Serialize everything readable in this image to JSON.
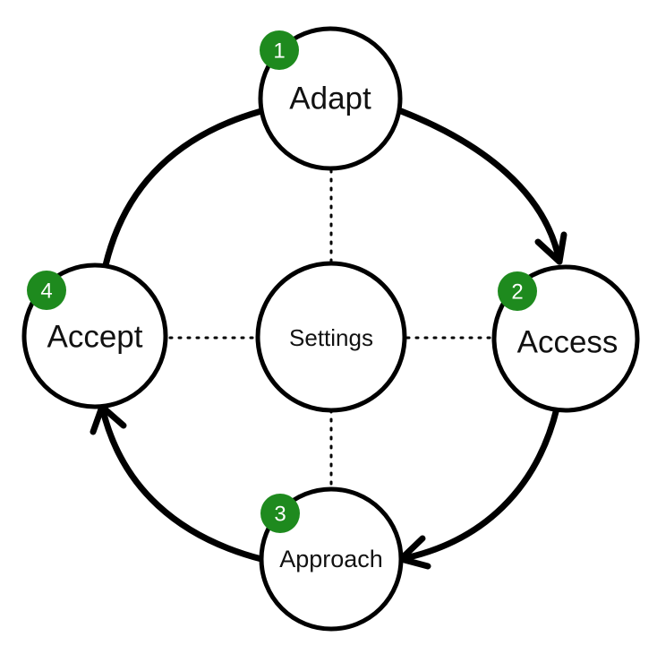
{
  "diagram": {
    "center": {
      "label": "Settings"
    },
    "nodes": [
      {
        "step": "1",
        "label": "Adapt"
      },
      {
        "step": "2",
        "label": "Access"
      },
      {
        "step": "3",
        "label": "Approach"
      },
      {
        "step": "4",
        "label": "Accept"
      }
    ],
    "cycle_direction": "clockwise",
    "colors": {
      "badge": "#1e8a1e",
      "stroke": "#000000",
      "background": "#ffffff"
    }
  }
}
